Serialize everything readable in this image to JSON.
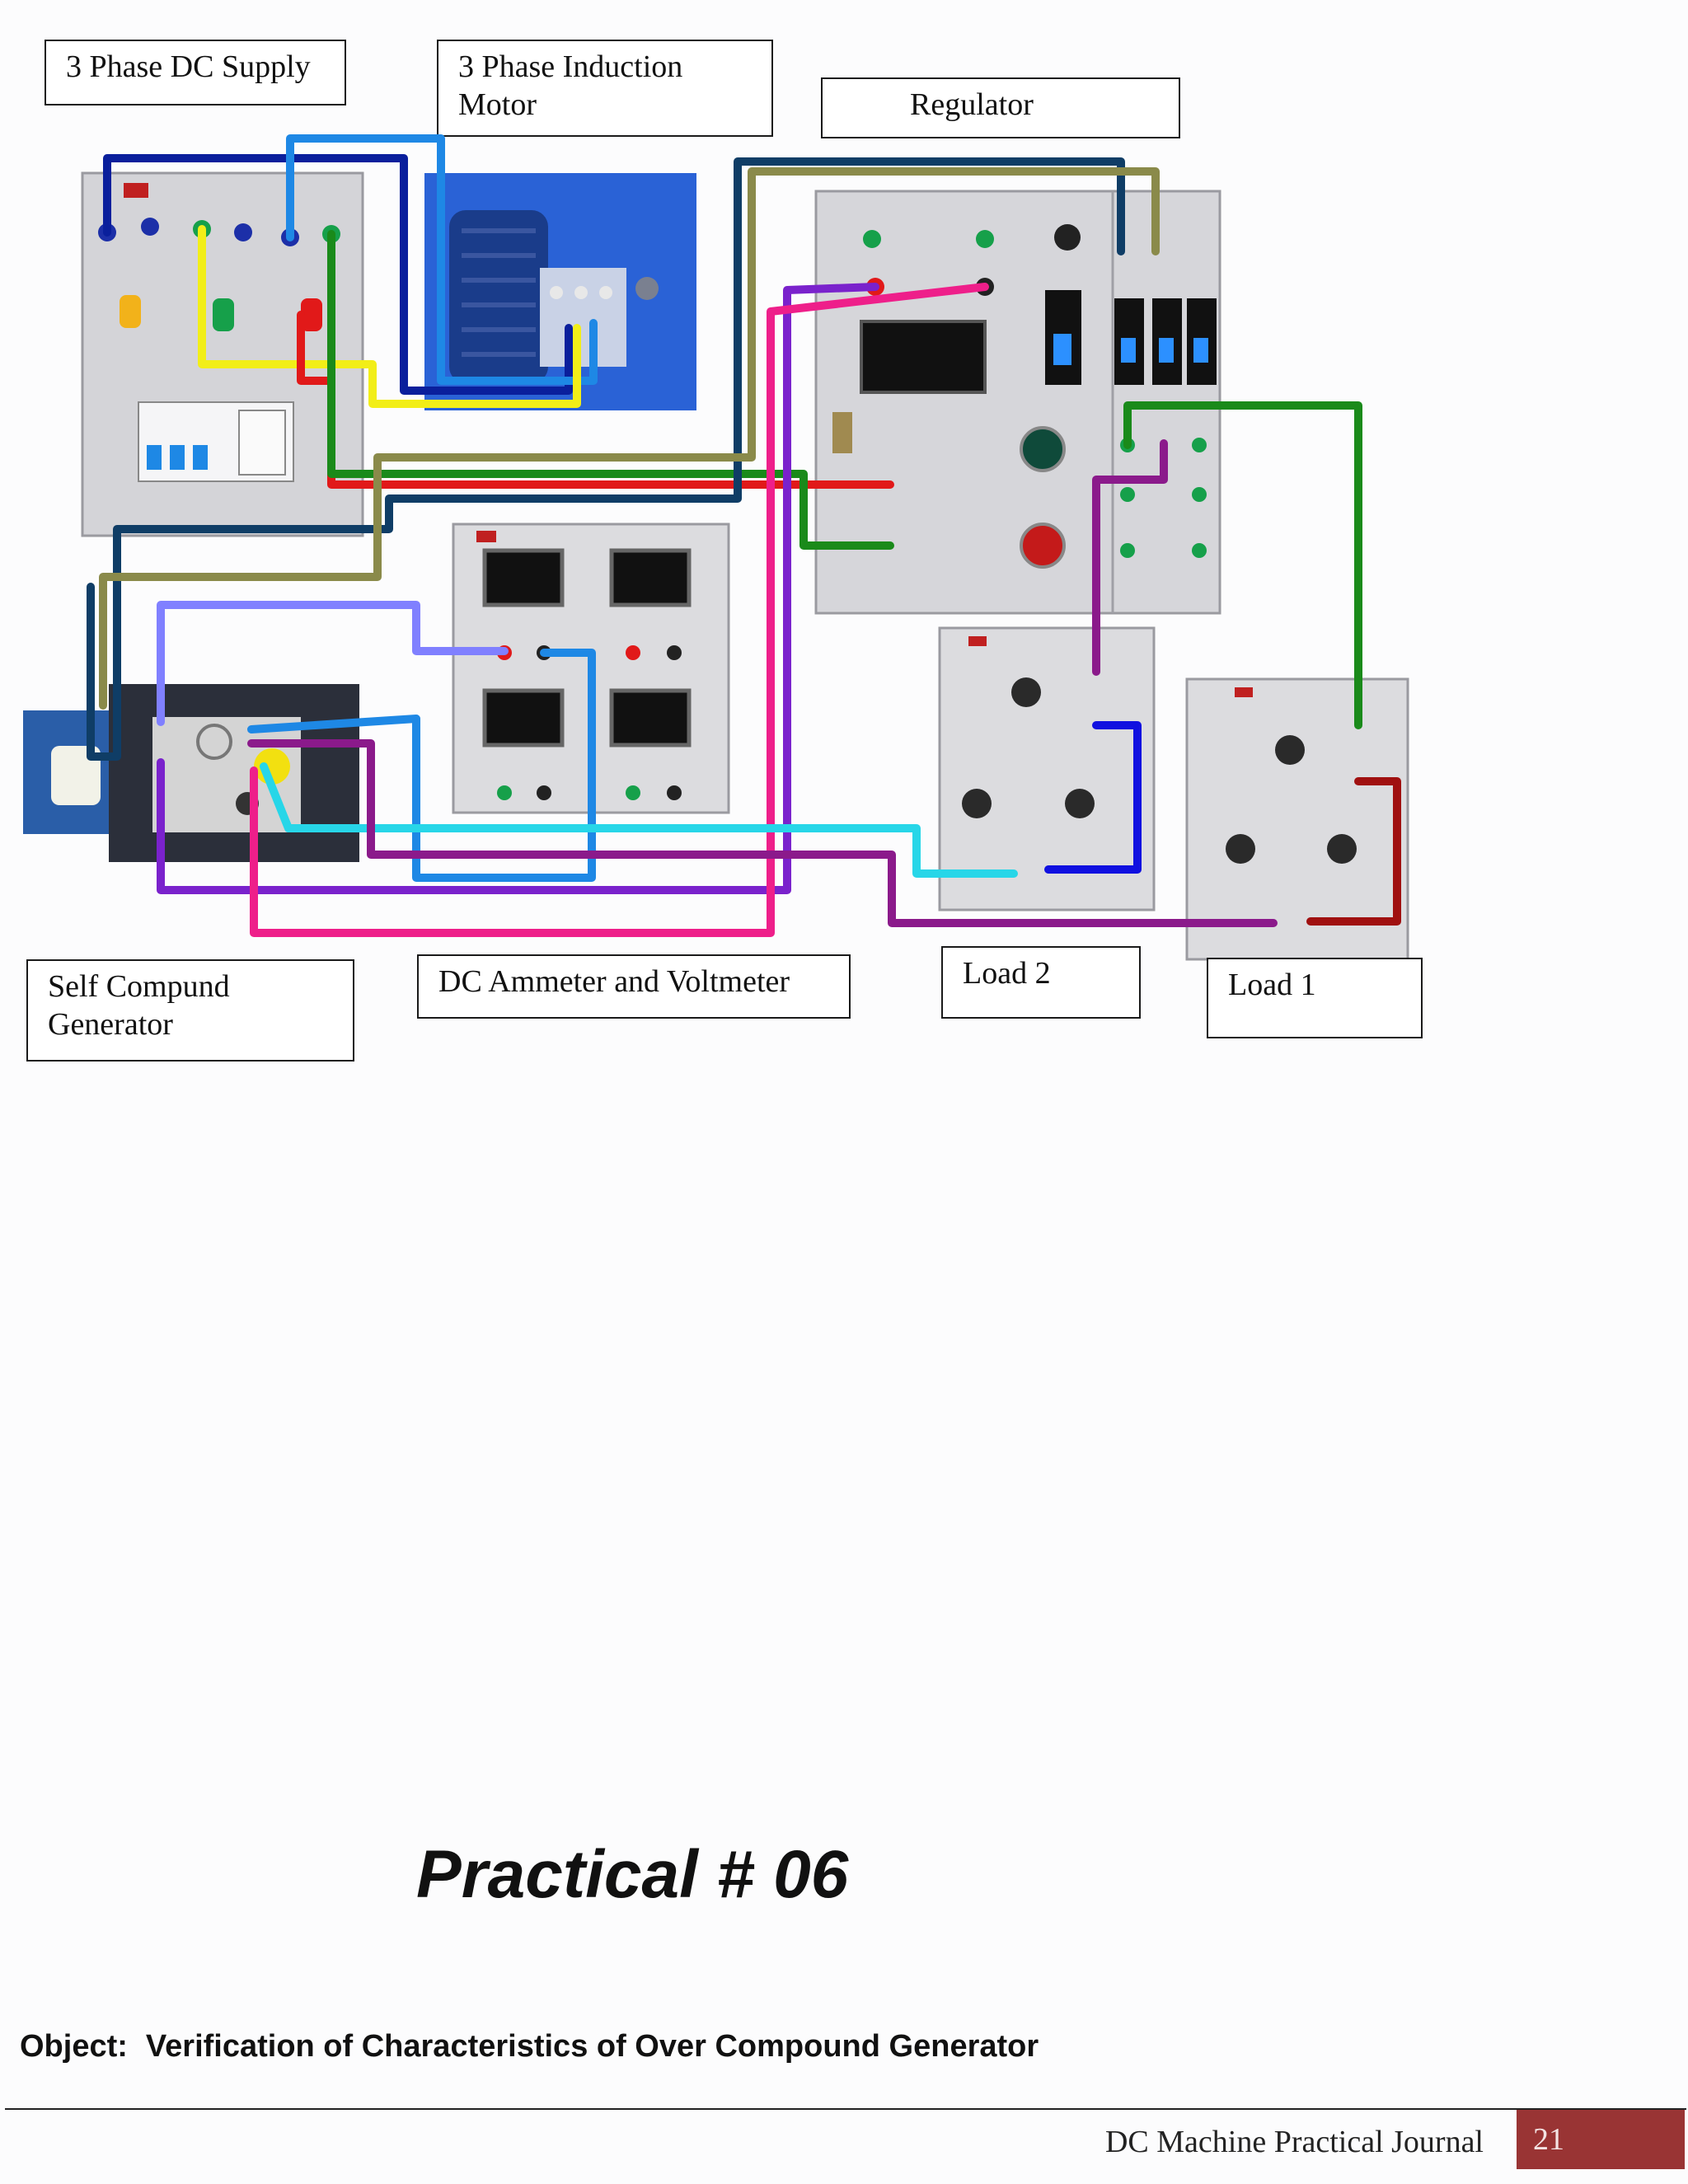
{
  "labels": {
    "dc_supply": "3 Phase DC Supply",
    "induction_motor": "3 Phase Induction\nMotor",
    "regulator": "Regulator",
    "generator": "Self Compund\nGenerator",
    "meters": "DC Ammeter and Voltmeter",
    "load2": "Load 2",
    "load1": "Load 1"
  },
  "title": "Practical # 06",
  "object": {
    "label": "Object:",
    "text": "Verification of Characteristics of Over Compound Generator"
  },
  "footer": {
    "journal": "DC Machine Practical Journal",
    "page": "21"
  },
  "colors": {
    "page_badge": "#993434",
    "panel": "#d9d9dc",
    "motor_body": "#1f5fd0",
    "wires": [
      "#0a1f9c",
      "#1e88e5",
      "#f2ee18",
      "#e11919",
      "#1a8a1a",
      "#0f3d66",
      "#8a8a4a",
      "#8080ff",
      "#7a22cc",
      "#ee1f8a",
      "#27d6e8",
      "#8b1a8b",
      "#a01010",
      "#1010e0"
    ]
  }
}
